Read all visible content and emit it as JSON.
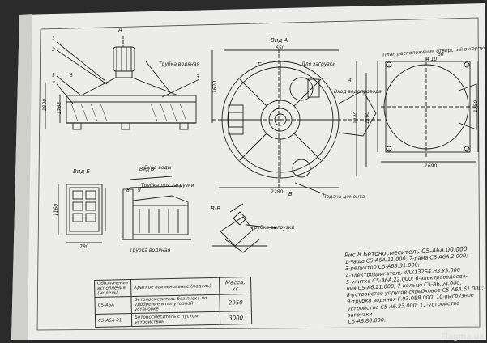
{
  "drawing": {
    "view_labels": {
      "view_a": "Вид А",
      "view_b": "Вид Б",
      "view_v": "Вид В",
      "section_vv": "В-В",
      "plan_title": "План расположения отверстий в корпусе под фундаментные болты",
      "a_mark": "А",
      "g_mark": "Г",
      "v_mark": "В"
    },
    "part_numbers": [
      "1",
      "2",
      "3",
      "4",
      "5",
      "6",
      "7",
      "8",
      "9"
    ],
    "callouts": {
      "pipe_water": "Трубка водяная",
      "water_inlet": "Вход воды",
      "for_sand": "Для загрузки",
      "water_supply": "Вход водопровода",
      "cement_supply": "Подача цемента",
      "water_pipe2": "Трубка водяная",
      "loading": "Трубка для загрузки",
      "unloading": "Трубка выгрузки"
    },
    "dimensions": {
      "d_1620": "1620",
      "d_1765": "1765",
      "d_1800": "1800",
      "d_2280": "2280",
      "d_650": "650",
      "d_1240": "1240",
      "d_1160": "1160",
      "d_60": "60",
      "d_4_10": "4 10",
      "d_1690": "1690",
      "d_1350": "1350",
      "d_1160b": "1160",
      "d_780": "780"
    },
    "caption": {
      "title": "Рис.8 Бетоносмеситель С5-А6А.00.000",
      "lines": [
        "1-чаша С5-А6А.11.000; 2-рама С5-А6А.2.000;",
        "3-редуктор С5-А6Б.31.000;",
        "4-электродвигатель 4АХ132Б4.Н3.У3.000",
        "5-улитка С5-А6А.22.000; 6-электроводосда-",
        "ния С5-А6.21.000; 7-кольцо С5-А6.04.000;",
        "8-устройство упругое скребковое С5-А6А.61.000;",
        "9-трубка водяная Г.93.08Я.000; 10-выгрузное",
        "устройство С5-А6.23.000; 11-устройство загрузки",
        "С5-А6.80.000."
      ]
    },
    "spec_table": {
      "header": [
        "Обозначение исполнения (модель)",
        "Краткое наименование (модель)",
        "Масса, кг"
      ],
      "rows": [
        [
          "С5-А6А",
          "Бетоносмеситель без пуска по удобрение в полуторной установке",
          "2950"
        ],
        [
          "С5-А6А-01",
          "Бетоносмеситель с пуском устройством",
          "3000"
        ]
      ]
    }
  },
  "watermark": "Flagma.ua"
}
